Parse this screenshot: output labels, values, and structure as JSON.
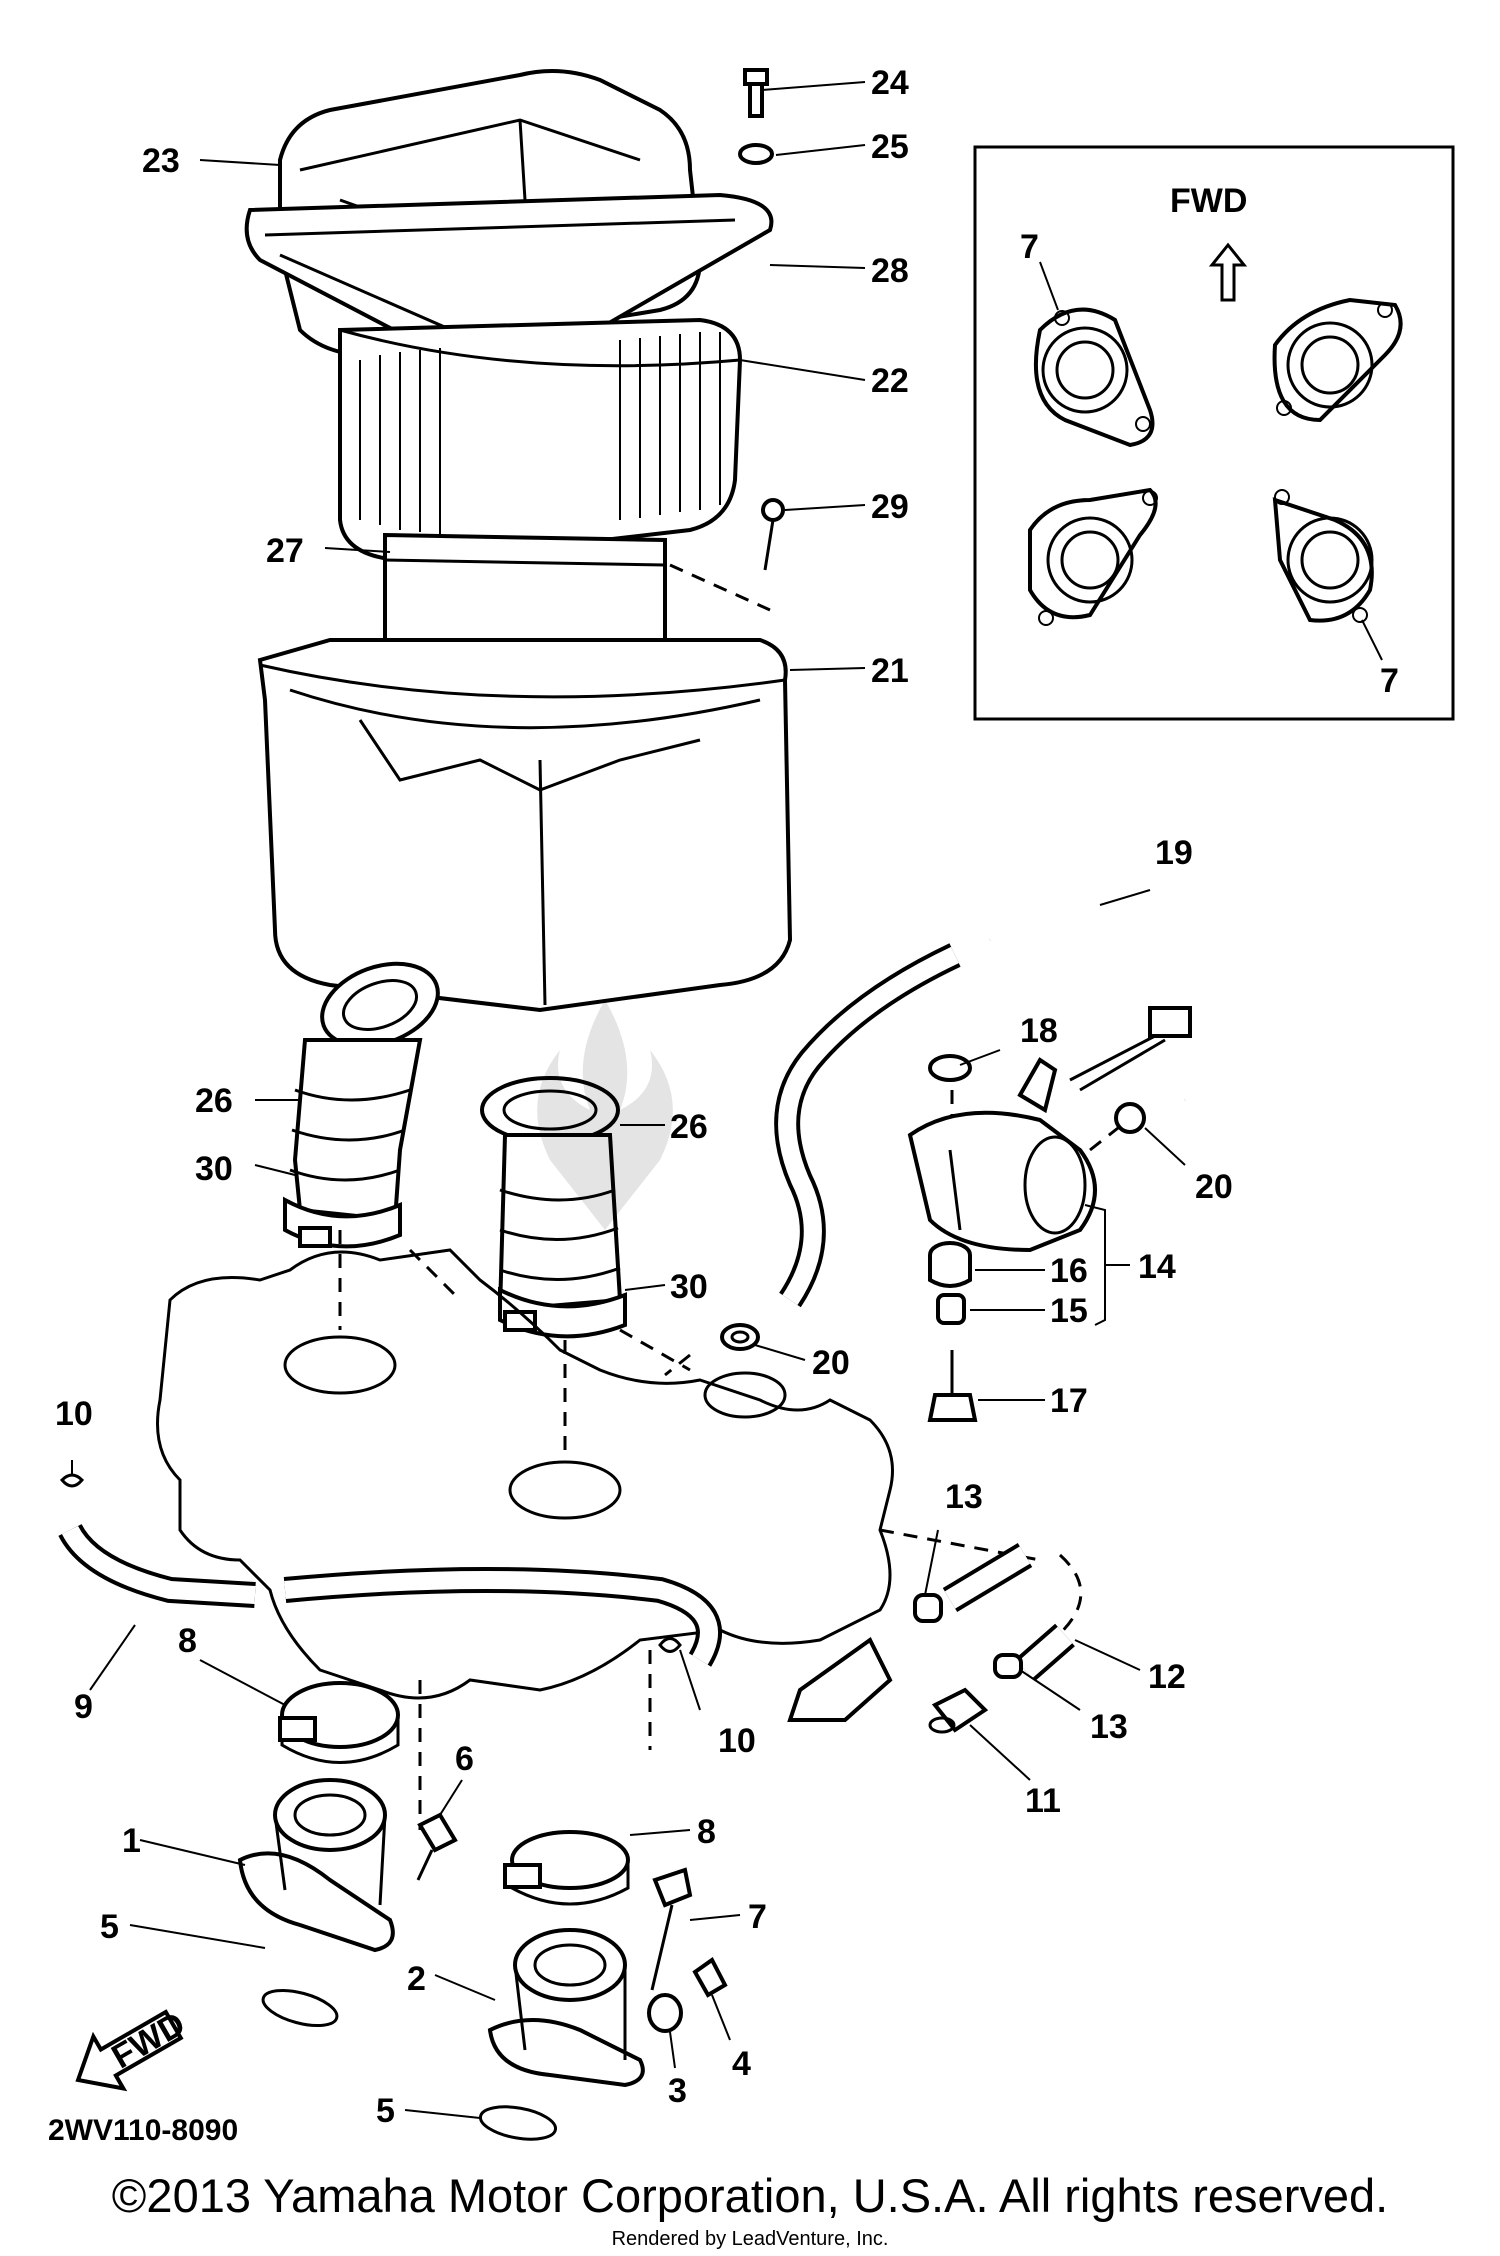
{
  "diagram": {
    "code": "2WV110-8090",
    "inset_fwd_label": "FWD",
    "arrow_fwd_label": "FWD",
    "labels": {
      "l24": "24",
      "l25": "25",
      "l23": "23",
      "l28": "28",
      "l22": "22",
      "l29": "29",
      "l27": "27",
      "l21": "21",
      "l19": "19",
      "l18": "18",
      "l26a": "26",
      "l26b": "26",
      "l30a": "30",
      "l30b": "30",
      "l20a": "20",
      "l20b": "20",
      "l14": "14",
      "l16": "16",
      "l15": "15",
      "l17": "17",
      "l10a": "10",
      "l10b": "10",
      "l13a": "13",
      "l13b": "13",
      "l12": "12",
      "l11": "11",
      "l9": "9",
      "l8a": "8",
      "l8b": "8",
      "l6": "6",
      "l1": "1",
      "l7": "7",
      "l5a": "5",
      "l5b": "5",
      "l2": "2",
      "l3": "3",
      "l4": "4",
      "l7a": "7",
      "l7b": "7"
    }
  },
  "footer": {
    "copyright": "©2013 Yamaha Motor Corporation, U.S.A. All rights reserved.",
    "rendered_by": "Rendered by LeadVenture, Inc."
  },
  "colors": {
    "ink": "#000000",
    "paper": "#ffffff"
  }
}
